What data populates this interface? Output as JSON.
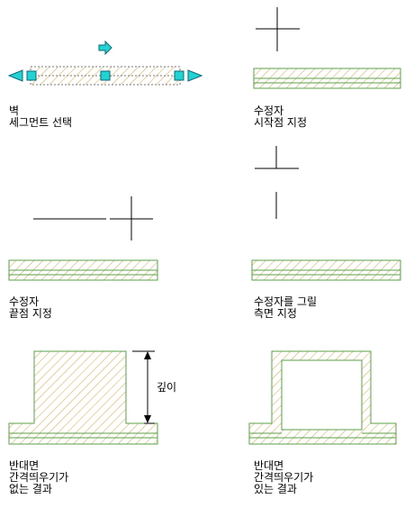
{
  "captions": {
    "panel1": {
      "line1": "벽",
      "line2": "세그먼트 선택"
    },
    "panel2": {
      "line1": "수정자",
      "line2": "시작점 지정"
    },
    "panel3": {
      "line1": "수정자",
      "line2": "끝점 지정"
    },
    "panel4": {
      "line1": "수정자를 그릴",
      "line2": "측면 지정"
    },
    "panel5": {
      "line1": "반대면",
      "line2": "간격띄우기가",
      "line3": "없는 결과"
    },
    "panel6": {
      "line1": "반대면",
      "line2": "간격띄우기가",
      "line3": "있는 결과"
    }
  },
  "dimension_label": "깊이",
  "colors": {
    "hatch": "#d9a441",
    "wall_line": "#5aa04a",
    "grip_fill": "#22d3d3",
    "grip_stroke": "#0a6a7a",
    "line": "#000000"
  }
}
